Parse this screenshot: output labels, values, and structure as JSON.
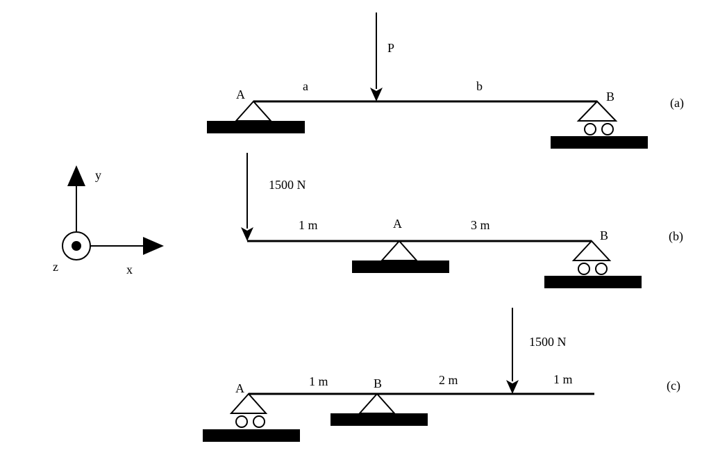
{
  "axes": {
    "y_label": "y",
    "x_label": "x",
    "z_label": "z",
    "z_icon": "out-of-page-dot-icon"
  },
  "diagram_a": {
    "tag": "(a)",
    "load_label": "P",
    "left_support_label": "A",
    "right_support_label": "B",
    "left_segment_label": "a",
    "right_segment_label": "b",
    "left_support_type": "pin",
    "right_support_type": "roller"
  },
  "diagram_b": {
    "tag": "(b)",
    "load_label": "1500 N",
    "pin_support_label": "A",
    "roller_support_label": "B",
    "left_segment_label": "1 m",
    "right_segment_label": "3 m"
  },
  "diagram_c": {
    "tag": "(c)",
    "load_label": "1500 N",
    "roller_support_label": "A",
    "pin_support_label": "B",
    "segment1_label": "1 m",
    "segment2_label": "2 m",
    "segment3_label": "1 m"
  }
}
